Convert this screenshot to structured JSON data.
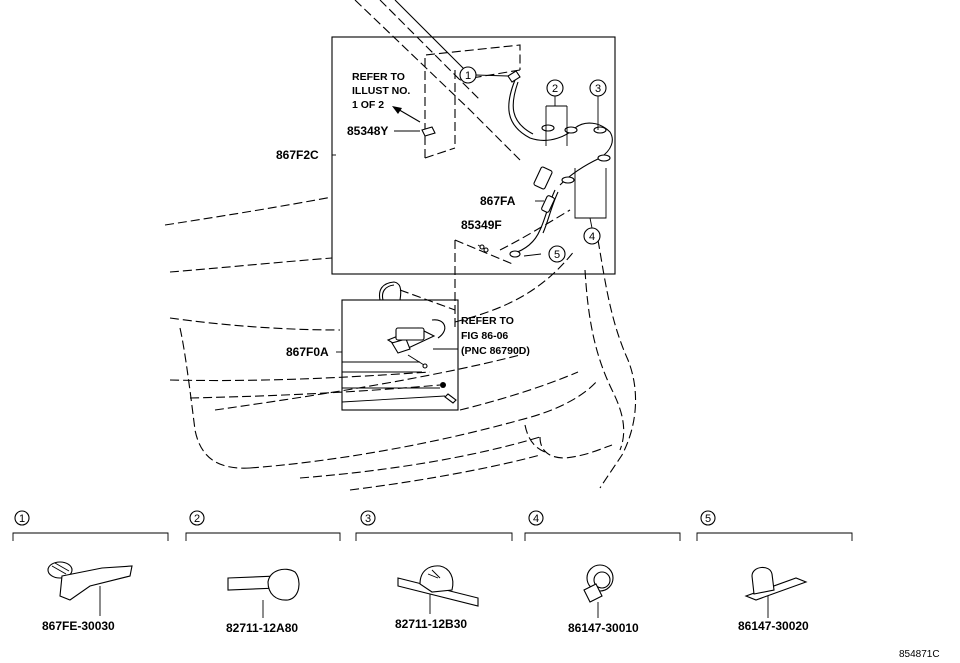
{
  "callout_labels": {
    "c867F2C": "867F2C",
    "c85348Y": "85348Y",
    "c867FA": "867FA",
    "c85349F": "85349F",
    "c867F0A": "867F0A"
  },
  "refer_note_1": [
    "REFER TO",
    "ILLUST NO.",
    "1 OF 2"
  ],
  "refer_note_2": [
    "REFER TO",
    "FIG 86-06",
    "(PNC 86790D)"
  ],
  "callout_numbers": [
    "1",
    "2",
    "3",
    "4",
    "5"
  ],
  "legend": [
    {
      "number": "1",
      "part_number": "867FE-30030"
    },
    {
      "number": "2",
      "part_number": "82711-12A80"
    },
    {
      "number": "3",
      "part_number": "82711-12B30"
    },
    {
      "number": "4",
      "part_number": "86147-30010"
    },
    {
      "number": "5",
      "part_number": "86147-30020"
    }
  ],
  "illustration_id": "854871C"
}
